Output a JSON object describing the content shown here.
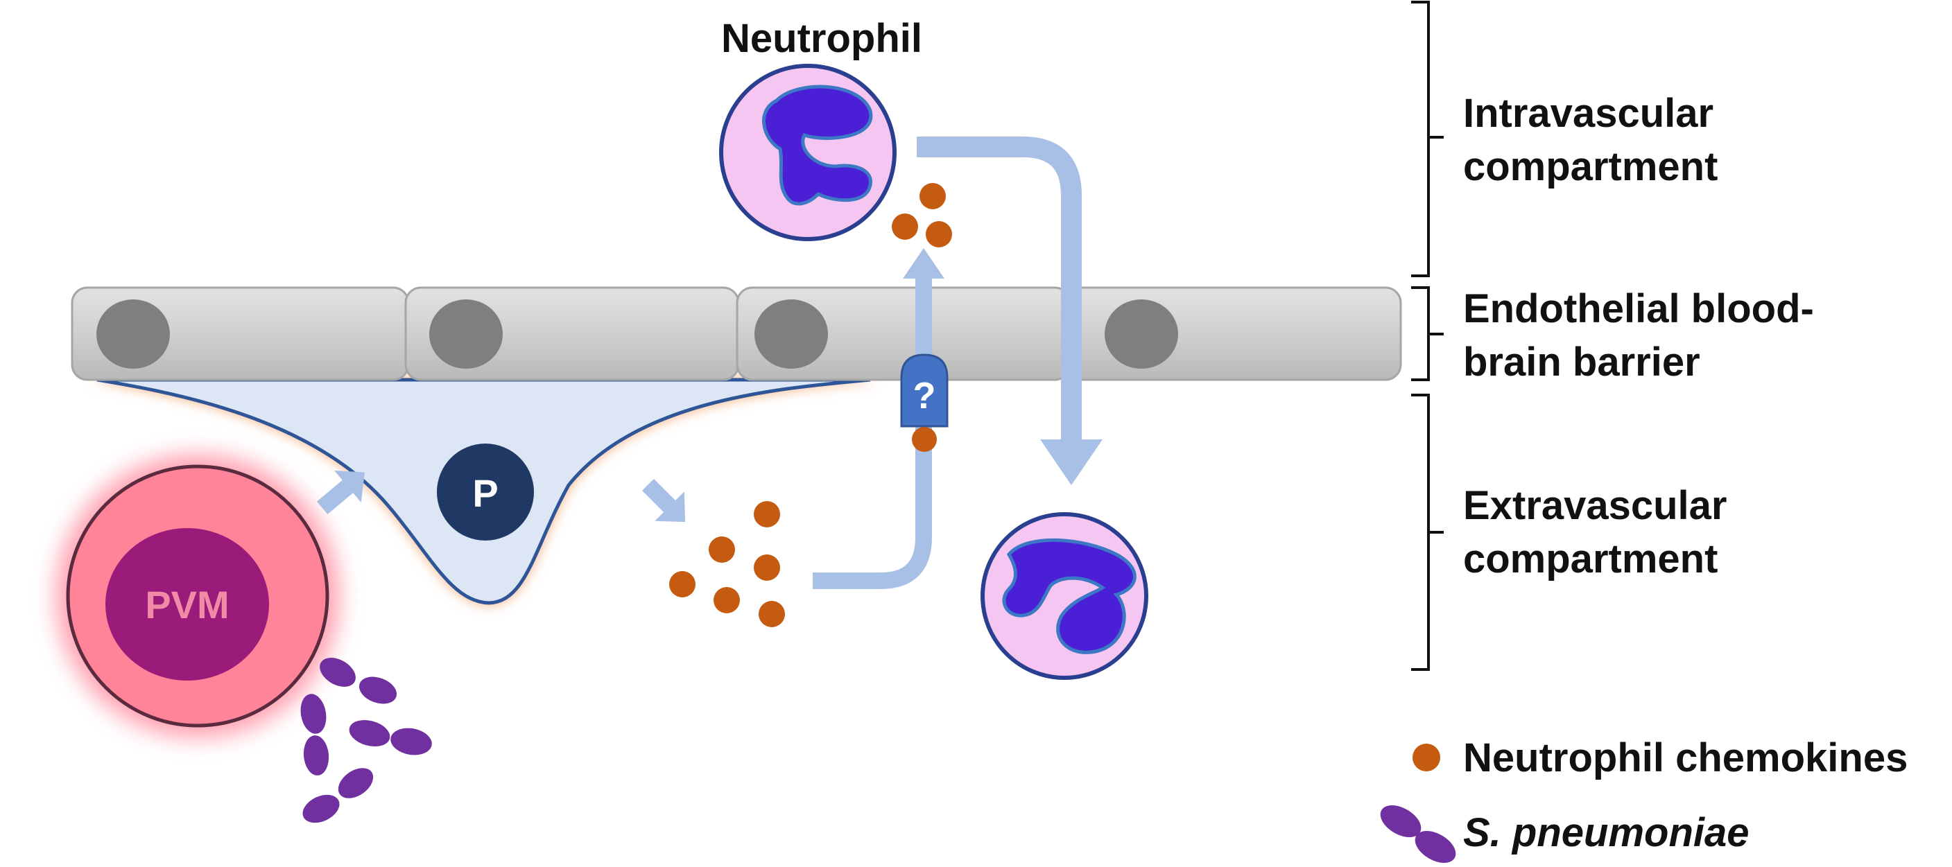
{
  "labels": {
    "neutrophil": "Neutrophil",
    "pvm": "PVM",
    "p": "P",
    "question": "?"
  },
  "compartments": {
    "intravascular": [
      "Intravascular",
      "compartment"
    ],
    "endothelial": [
      "Endothelial blood-",
      "brain barrier"
    ],
    "extravascular": [
      "Extravascular",
      "compartment"
    ]
  },
  "legend": {
    "chemokines": "Neutrophil chemokines",
    "bacteria": "S. pneumoniae"
  },
  "colors": {
    "endothelium": "#cfcfcf",
    "nucleus_gray": "#7f7f7f",
    "pericyte_fill": "#dce6f4",
    "pericyte_stroke": "#2f5597",
    "pericyte_nucleus": "#1f3864",
    "pvm_glow": "#ff7a91",
    "pvm_nucleus": "#9a1b7a",
    "pvm_text": "#f08aa6",
    "neutrophil_fill": "#f6c6f2",
    "neutrophil_stroke": "#2a3f8f",
    "neutrophil_nucleus": "#4a1fd6",
    "chemokine": "#c55a11",
    "arrow": "#a9c0e6",
    "transporter": "#4472c4",
    "bacteria": "#7030a0"
  }
}
